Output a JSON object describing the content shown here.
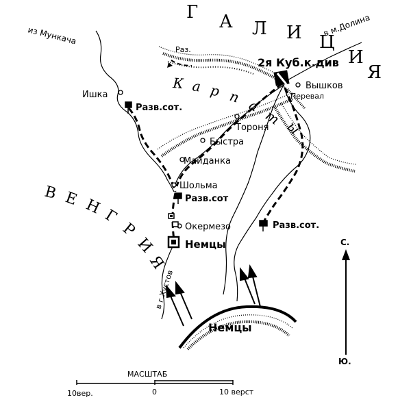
{
  "regions": {
    "galicia": [
      "Г",
      "А",
      "Л",
      "И",
      "Ц",
      "И",
      "Я"
    ],
    "hungary": [
      "В",
      "Е",
      "Н",
      "Г",
      "Р",
      "И",
      "Я"
    ],
    "carpathians": [
      "К",
      "а",
      "р",
      "п",
      "а",
      "т",
      "ы"
    ]
  },
  "roads": {
    "to_munkach": "из Мункача",
    "to_dolina": "в м.Долина",
    "to_khust": "в г.Хустов"
  },
  "places": {
    "ishka": "Ишка",
    "vyshkov": "Вышков",
    "toronya": "Тороня",
    "bystra": "Быстра",
    "maidanka": "Майданка",
    "sholma": "Шольма",
    "okermezo": "Окермезо"
  },
  "units": {
    "razv_sot_1": "Разв.сот.",
    "razv_sot_2": "Разв.сот",
    "razv_sot_3": "Разв.сот.",
    "raz": "Раз.",
    "division": "2я Куб.к.див",
    "germans_1": "Немцы",
    "germans_2": "Немцы"
  },
  "features": {
    "pass": "Перевал"
  },
  "compass": {
    "north": "С.",
    "south": "Ю."
  },
  "scale": {
    "title": "МАСШТАБ",
    "left": "10вер.",
    "zero": "0",
    "right": "10 верст"
  }
}
